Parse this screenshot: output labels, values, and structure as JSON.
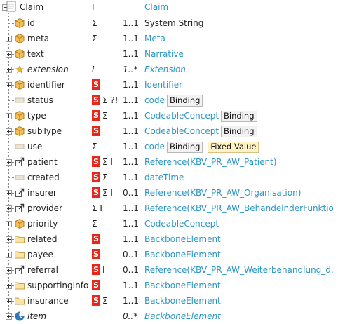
{
  "colors": {
    "link": "#2b96c4",
    "s_flag": "#e8261a",
    "fixed_value_bg": "#fff2c4",
    "element_icon": "#e6a83b"
  },
  "root": {
    "name": "Claim",
    "flags": "I",
    "type": "Claim",
    "icon": "resource-icon"
  },
  "rows": [
    {
      "name": "id",
      "flags": "Σ",
      "card": "1..1",
      "type": "System.String",
      "type_style": "plain",
      "icon": "element-icon",
      "expand": "none"
    },
    {
      "name": "meta",
      "flags": "Σ",
      "card": "1..1",
      "type": "Meta",
      "type_style": "link",
      "icon": "element-icon",
      "expand": "plus"
    },
    {
      "name": "text",
      "flags": "",
      "card": "1..1",
      "type": "Narrative",
      "type_style": "link",
      "icon": "element-icon",
      "expand": "plus"
    },
    {
      "name": "extension",
      "flags": "I",
      "card": "1..*",
      "type": "Extension",
      "type_style": "link",
      "icon": "extension-icon",
      "expand": "plus",
      "italic": true
    },
    {
      "name": "identifier",
      "s": true,
      "flags": "",
      "card": "1..1",
      "type": "Identifier",
      "type_style": "link",
      "icon": "element-icon",
      "expand": "plus"
    },
    {
      "name": "status",
      "s": true,
      "flags": "Σ ?!",
      "card": "1..1",
      "type": "code",
      "type_style": "link",
      "icon": "primitive-icon",
      "expand": "none",
      "badges": [
        {
          "label": "Binding",
          "kind": "binding"
        }
      ]
    },
    {
      "name": "type",
      "s": true,
      "flags": "Σ",
      "card": "1..1",
      "type": "CodeableConcept",
      "type_style": "link",
      "icon": "element-icon",
      "expand": "plus",
      "badges": [
        {
          "label": "Binding",
          "kind": "binding"
        }
      ]
    },
    {
      "name": "subType",
      "s": true,
      "flags": "",
      "card": "1..1",
      "type": "CodeableConcept",
      "type_style": "link",
      "icon": "element-icon",
      "expand": "plus",
      "badges": [
        {
          "label": "Binding",
          "kind": "binding"
        }
      ]
    },
    {
      "name": "use",
      "flags": "Σ",
      "card": "1..1",
      "type": "code",
      "type_style": "link",
      "icon": "primitive-icon",
      "expand": "none",
      "badges": [
        {
          "label": "Binding",
          "kind": "binding"
        },
        {
          "label": "Fixed Value",
          "kind": "fixed"
        }
      ]
    },
    {
      "name": "patient",
      "s": true,
      "flags": "Σ I",
      "card": "1..1",
      "type": "Reference(KBV_PR_AW_Patient)",
      "type_style": "link",
      "icon": "reference-icon",
      "expand": "plus"
    },
    {
      "name": "created",
      "s": true,
      "flags": "Σ",
      "card": "1..1",
      "type": "dateTime",
      "type_style": "link",
      "icon": "primitive-icon",
      "expand": "none"
    },
    {
      "name": "insurer",
      "s": true,
      "flags": "Σ I",
      "card": "0..1",
      "type": "Reference(KBV_PR_AW_Organisation)",
      "type_style": "link",
      "icon": "reference-icon",
      "expand": "plus"
    },
    {
      "name": "provider",
      "flags": "Σ I",
      "card": "1..1",
      "type": "Reference(KBV_PR_AW_BehandelnderFunktio…",
      "type_style": "link",
      "icon": "reference-icon",
      "expand": "plus"
    },
    {
      "name": "priority",
      "flags": "Σ",
      "card": "1..1",
      "type": "CodeableConcept",
      "type_style": "link",
      "icon": "element-icon",
      "expand": "plus"
    },
    {
      "name": "related",
      "s": true,
      "flags": "",
      "card": "1..1",
      "type": "BackboneElement",
      "type_style": "link",
      "icon": "folder-icon",
      "expand": "plus"
    },
    {
      "name": "payee",
      "s": true,
      "flags": "",
      "card": "0..1",
      "type": "BackboneElement",
      "type_style": "link",
      "icon": "folder-icon",
      "expand": "plus"
    },
    {
      "name": "referral",
      "s": true,
      "flags": "I",
      "card": "0..1",
      "type": "Reference(KBV_PR_AW_Weiterbehandlung_d…",
      "type_style": "link",
      "icon": "reference-icon",
      "expand": "plus"
    },
    {
      "name": "supportingInfo",
      "s": true,
      "flags": "",
      "card": "1..1",
      "type": "BackboneElement",
      "type_style": "link",
      "icon": "folder-icon",
      "expand": "plus"
    },
    {
      "name": "insurance",
      "s": true,
      "flags": "Σ",
      "card": "1..1",
      "type": "BackboneElement",
      "type_style": "link",
      "icon": "folder-icon",
      "expand": "plus"
    },
    {
      "name": "item",
      "flags": "",
      "card": "0..*",
      "type": "BackboneElement",
      "type_style": "link",
      "icon": "slice-icon",
      "expand": "plus",
      "italic": true
    }
  ]
}
